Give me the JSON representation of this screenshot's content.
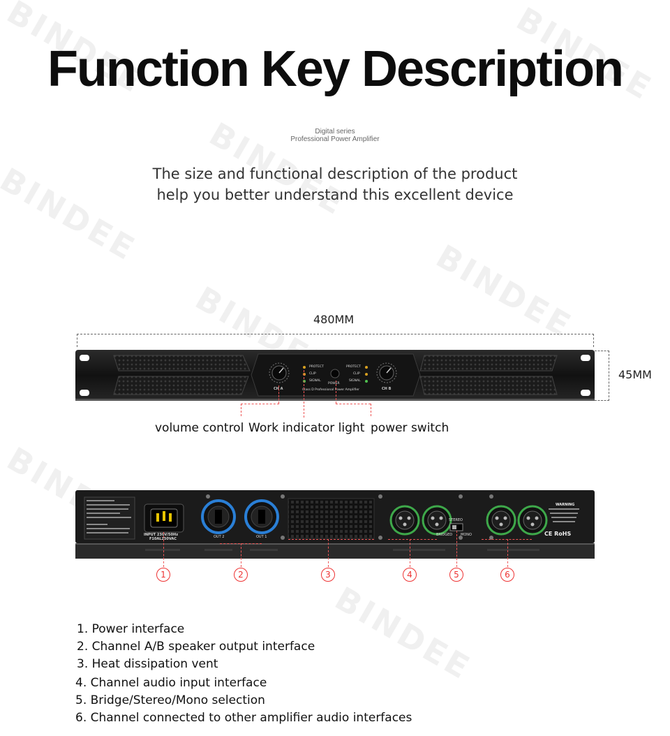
{
  "header": {
    "title": "Function Key Description",
    "tag_line1": "Digital series",
    "tag_line2": "Professional Power Amplifier",
    "subtitle_line1": "The size and functional description of the product",
    "subtitle_line2": "help you better understand this excellent device"
  },
  "watermark": "BINDEE",
  "dimensions": {
    "width_label": "480MM",
    "height_label": "45MM"
  },
  "front_panel": {
    "labels": [
      "volume control",
      "Work indicator light",
      "power switch"
    ],
    "ch_a": "CH A",
    "ch_b": "CH B",
    "indicators": [
      "PROTECT",
      "CLIP",
      "SIGNAL"
    ],
    "power_label": "POWER",
    "model_text": "Class D Professional Power Amplifier"
  },
  "rear_panel": {
    "input_line1": "INPUT  230V/50Hz",
    "input_line2": "F10AL250VAC",
    "out2": "OUT 2",
    "out1": "OUT 1",
    "stereo": "STEREO",
    "bridged": "BRIDGED",
    "mono": "MONO",
    "warning": "WARNING",
    "ce_rohs": "CE RoHS",
    "callouts": [
      "1",
      "2",
      "3",
      "4",
      "5",
      "6"
    ]
  },
  "feature_list": [
    "1. Power interface",
    "2. Channel A/B speaker output interface",
    "3. Heat dissipation vent",
    "4. Channel audio input interface",
    "5. Bridge/Stereo/Mono selection",
    "6. Channel connected to other amplifier audio interfaces"
  ],
  "colors": {
    "accent_red": "#e33333",
    "panel_black": "#1a1a1a",
    "speakon_blue": "#2a7fd6",
    "xlr_green": "#3ea84a"
  }
}
